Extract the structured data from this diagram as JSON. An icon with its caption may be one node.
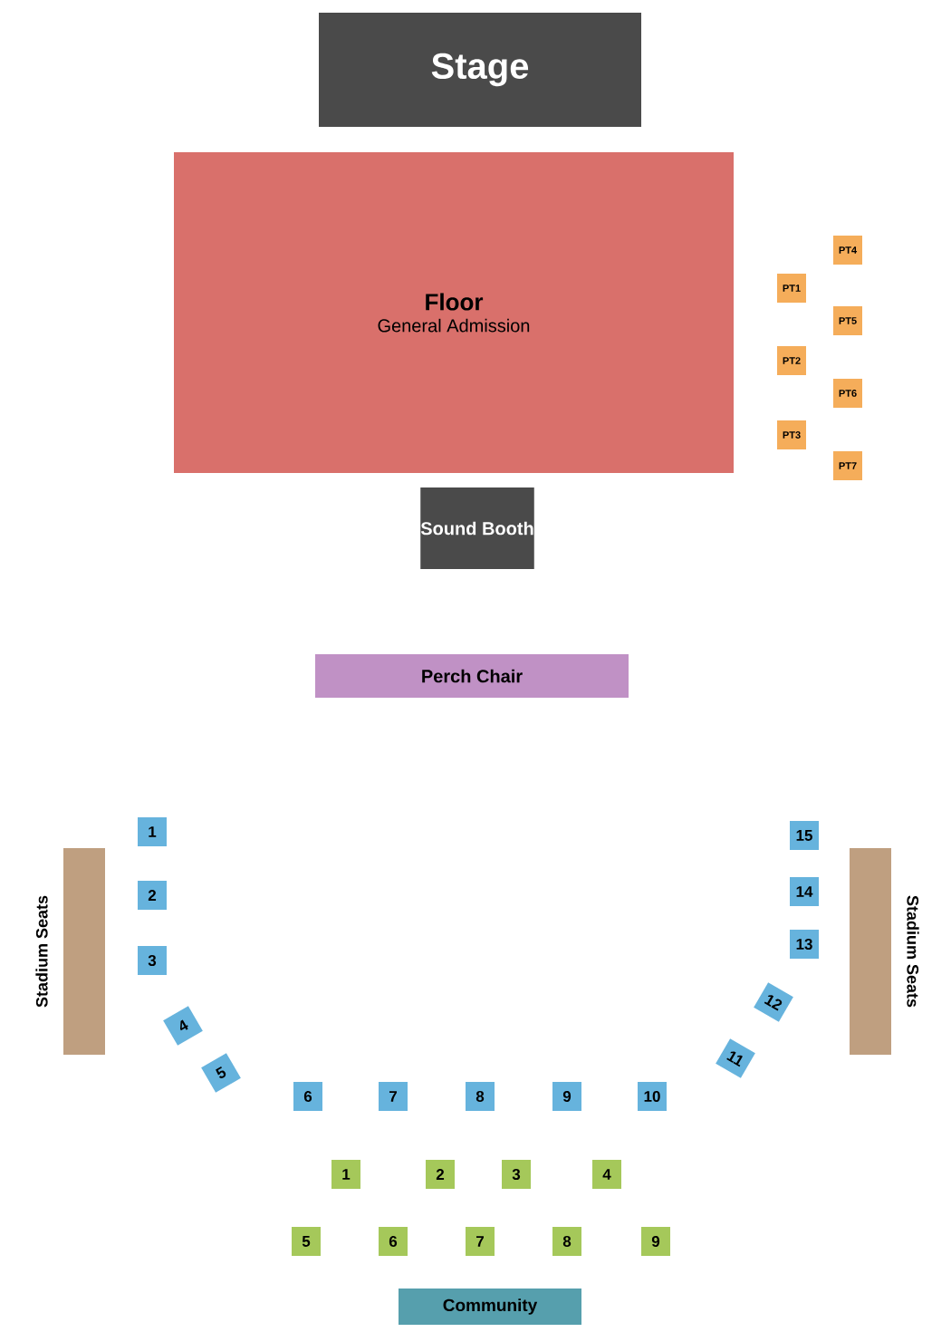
{
  "diagram": {
    "nodes": [
      {
        "text": [
          "Stage"
        ]
      },
      {
        "text": [
          "Floor",
          "General Admission"
        ]
      },
      {
        "text": [
          "PT4"
        ]
      },
      {
        "text": [
          "PT1"
        ]
      },
      {
        "text": [
          "PT5"
        ]
      },
      {
        "text": [
          "PT2"
        ]
      },
      {
        "text": [
          "PT6"
        ]
      },
      {
        "text": [
          "PT3"
        ]
      },
      {
        "text": [
          "PT7"
        ]
      },
      {
        "text": [
          "Sound Booth"
        ]
      },
      {
        "text": [
          "Perch Chair"
        ]
      },
      {
        "text": [
          "Stadium Seats"
        ]
      },
      {
        "text": [
          "1"
        ]
      },
      {
        "text": [
          "2"
        ]
      },
      {
        "text": [
          "3"
        ]
      },
      {
        "text": [
          "4"
        ]
      },
      {
        "text": [
          "5"
        ]
      },
      {
        "text": [
          "6"
        ]
      },
      {
        "text": [
          "7"
        ]
      },
      {
        "text": [
          "8"
        ]
      },
      {
        "text": [
          "9"
        ]
      },
      {
        "text": [
          "10"
        ]
      },
      {
        "text": [
          "11"
        ]
      },
      {
        "text": [
          "12"
        ]
      },
      {
        "text": [
          "13"
        ]
      },
      {
        "text": [
          "14"
        ]
      },
      {
        "text": [
          "15"
        ]
      },
      {
        "text": [
          "Stadium Seats"
        ]
      },
      {
        "text": [
          "1"
        ]
      },
      {
        "text": [
          "2"
        ]
      },
      {
        "text": [
          "3"
        ]
      },
      {
        "text": [
          "4"
        ]
      },
      {
        "text": [
          "5"
        ]
      },
      {
        "text": [
          "6"
        ]
      },
      {
        "text": [
          "7"
        ]
      },
      {
        "text": [
          "8"
        ]
      },
      {
        "text": [
          "9"
        ]
      },
      {
        "text": [
          "Community"
        ]
      }
    ]
  }
}
